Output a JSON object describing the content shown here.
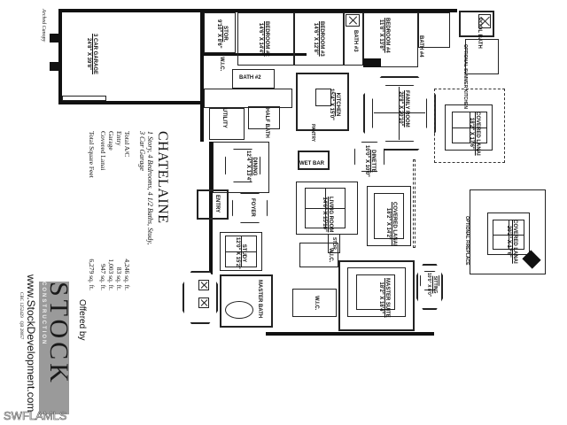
{
  "plan": {
    "name": "CHATELAINE",
    "subtitle_line1": "1 Story, 4 Bedrooms, 4 1/2 Baths, Study,",
    "subtitle_line2": "3 Car Garage",
    "areas": [
      {
        "label": "Total A/C",
        "value": "4,246 sq. ft."
      },
      {
        "label": "Entry",
        "value": "83 sq. ft."
      },
      {
        "label": "Garage",
        "value": "1,003 sq. ft."
      },
      {
        "label": "Covered Lanai",
        "value": "947 sq. ft."
      },
      {
        "label": "Total Square Feet",
        "value": "6,279 sq. ft."
      }
    ]
  },
  "offered_by": {
    "label": "Offered by",
    "brand": "STOCK",
    "brand_sub": "CONSTRUCTION",
    "website": "www.StockDevelopment.com",
    "license_1": "CBC 1252429",
    "license_2": "QB 28057"
  },
  "watermark": "SWFLAMLS",
  "rooms": {
    "garage": {
      "name": "3 CAR GARAGE",
      "dims": "24'8\" X 39'8\""
    },
    "arched_canopy": "Arched Canopy",
    "stor": {
      "name": "STOR.",
      "dims": "9'10\" X 8'6\""
    },
    "wic_1": "W.I.C.",
    "bedroom2": {
      "name": "BEDROOM #2",
      "dims": "14'6\" X 14'4\""
    },
    "bedroom3": {
      "name": "BEDROOM #3",
      "dims": "14'6\" X 12'8\""
    },
    "bedroom4": {
      "name": "BEDROOM #4",
      "dims": "11'8\" X 13'8\""
    },
    "bath2": "BATH #2",
    "bath3": "BATH #3",
    "bath4": "BATH #4",
    "pool_bath": "POOL BATH",
    "outdoor_kitchen": "OPTIONAL SUMMER KITCHEN",
    "wic_2": "W.I.C.",
    "utility": "UTILITY",
    "half_bath": "HALF BATH",
    "kitchen": {
      "name": "KITCHEN",
      "dims": "15'4\" X 15'0\""
    },
    "pantry": "PANTRY",
    "family_room": {
      "name": "FAMILY ROOM",
      "dims": "20'8\" X 20'10\""
    },
    "dinette": {
      "name": "DINETTE",
      "dims": "10'0\" X 10'0\""
    },
    "wet_bar": "WET BAR",
    "dining": {
      "name": "DINING",
      "dims": "12'4\" X 13'4\""
    },
    "entry": "ENTRY",
    "foyer": "FOYER",
    "living_room": {
      "name": "LIVING ROOM",
      "dims": "14'6\" X 15'10\""
    },
    "covered_lanai_1": {
      "name": "COVERED LANAI",
      "dims": "18'2\" X 14'2\""
    },
    "covered_lanai_2": {
      "name": "COVERED LANAI",
      "dims": "18'2\" X 17'6\""
    },
    "covered_lanai_3": {
      "name": "COVERED LANAI",
      "dims": "20'2\" X 17'6\""
    },
    "optional_fireplace": "OPTIONAL FIREPLACE",
    "study": {
      "name": "STUDY",
      "dims": "12'0\" X 15'2\""
    },
    "stor_2": "STOR.",
    "wic_3": "W.I.C.",
    "wic_4": "W.I.C.",
    "master_bath": "MASTER BATH",
    "master_suite": {
      "name": "MASTER SUITE",
      "dims": "18'2\" X 18'4\""
    },
    "sitting": {
      "name": "SITTING",
      "dims": "10'0\" X 8'0\""
    }
  }
}
